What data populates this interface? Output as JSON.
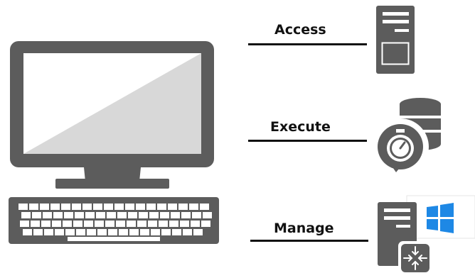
{
  "colors": {
    "icon_gray": "#5c5c5c",
    "screen_light": "#d8d8d8",
    "line_black": "#111111",
    "windows_blue": "#1e88e5",
    "background": "#ffffff"
  },
  "rows": [
    {
      "label": "Access",
      "icon": "server-tower-icon"
    },
    {
      "label": "Execute",
      "icon": "database-clock-icon"
    },
    {
      "label": "Manage",
      "icon": "windows-server-icon"
    }
  ],
  "left_icon": "desktop-computer-icon"
}
